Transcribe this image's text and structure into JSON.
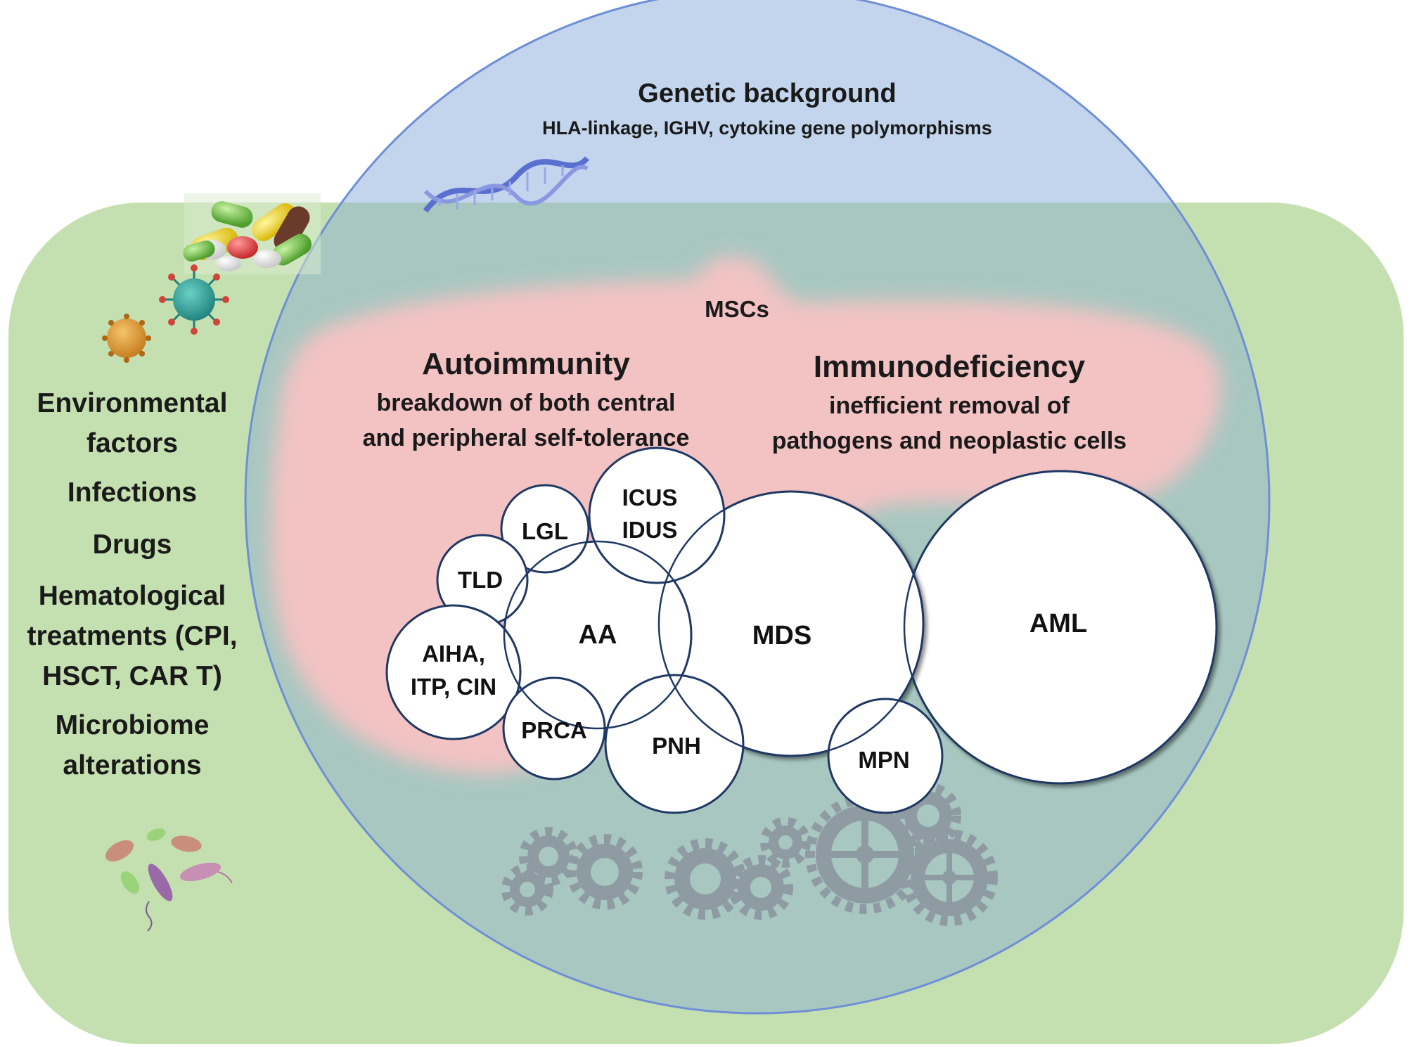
{
  "genetic": {
    "title": "Genetic background",
    "subtitle": "HLA-linkage, IGHV, cytokine gene polymorphisms"
  },
  "mscs": "MSCs",
  "autoimmunity": {
    "title": "Autoimmunity",
    "line1": "breakdown of both central",
    "line2": "and peripheral self-tolerance"
  },
  "immunodeficiency": {
    "title": "Immunodeficiency",
    "line1": "inefficient removal of",
    "line2": "pathogens and neoplastic cells"
  },
  "environment": {
    "lines": [
      "Environmental",
      "factors",
      "Infections",
      "Drugs",
      "Hematological",
      "treatments (CPI,",
      "HSCT, CAR T)",
      "Microbiome",
      "alterations"
    ]
  },
  "diseases": {
    "icus": "ICUS",
    "idus": "IDUS",
    "lgl": "LGL",
    "tld": "TLD",
    "aa": "AA",
    "mds": "MDS",
    "aml": "AML",
    "aiha": "AIHA,",
    "itp_cin": "ITP, CIN",
    "prca": "PRCA",
    "pnh": "PNH",
    "mpn": "MPN"
  },
  "icons": [
    "pills-icon",
    "dna-helix-icon",
    "virus-icon",
    "bacteria-icon",
    "gears-icon"
  ],
  "colors": {
    "environment_green": "#c5e0b0",
    "genetic_blue": "#c2d5ec",
    "overlap_teal": "#a8c7c1",
    "immune_pink": "#f3c3c3",
    "circle_stroke": "#6e8fd6",
    "node_stroke": "#1f3864"
  }
}
